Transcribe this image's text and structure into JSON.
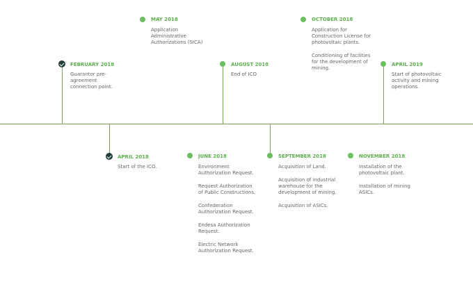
{
  "timeline": {
    "feb_2018": {
      "title": "FEBRUARY 2018",
      "items": [
        "Guarantor pre-agreement connection point."
      ]
    },
    "apr_2018": {
      "title": "APRIL 2018",
      "items": [
        "Start of the ICO."
      ]
    },
    "may_2018": {
      "title": "MAY 2018",
      "items": [
        "Application Administrative Authorizations (SICA)"
      ]
    },
    "jun_2018": {
      "title": "JUNE 2018",
      "items": [
        "Environment Authorization Request.",
        "Request Authorization of Public Constructions.",
        "Confederation Authorization Request.",
        "Endesa Authorization Request.",
        "Electric Network Authorization Request."
      ]
    },
    "aug_2018": {
      "title": "AUGUST 2018",
      "items": [
        "End of ICO"
      ]
    },
    "sep_2018": {
      "title": "SEPTEMBER 2018",
      "items": [
        "Acquisition of Land.",
        "Acquisition of industrial warehouse for the development of mining.",
        "Acquisition of ASICs."
      ]
    },
    "oct_2018": {
      "title": "OCTOBER 2018",
      "items": [
        "Application for Construction License for photovoltaic plants.",
        "Conditioning of facilities for the development of mining."
      ]
    },
    "nov_2018": {
      "title": "NOVEMBER 2018",
      "items": [
        "Installation of the photovoltaic plant.",
        "Installation of mining ASICs."
      ]
    },
    "apr_2019": {
      "title": "APRIL 2019",
      "items": [
        "Start of photovoltaic activity and mining operations."
      ]
    }
  },
  "colors": {
    "accent": "#5cb04c",
    "line": "#7aa05a",
    "check": "#1f3f3a",
    "text": "#666666"
  }
}
